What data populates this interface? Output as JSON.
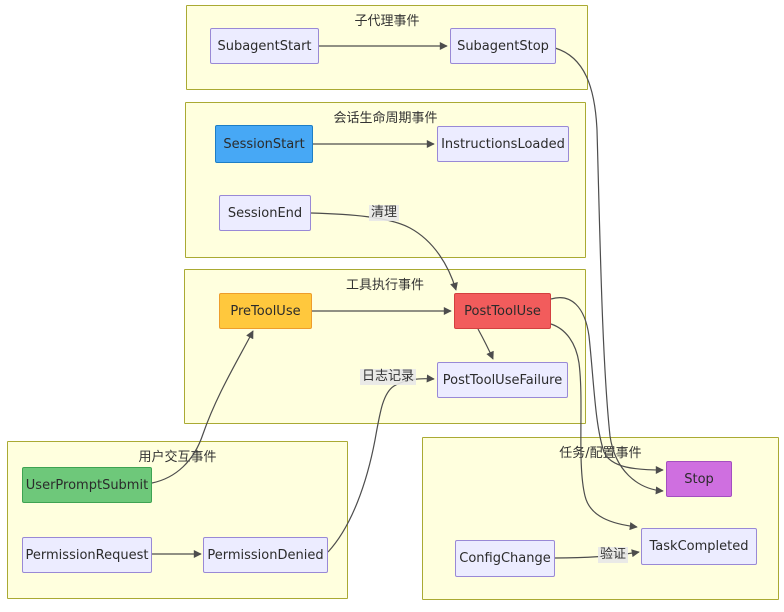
{
  "diagram": {
    "clusters": [
      {
        "title": "子代理事件"
      },
      {
        "title": "会话生命周期事件"
      },
      {
        "title": "工具执行事件"
      },
      {
        "title": "用户交互事件"
      },
      {
        "title": "任务/配置事件"
      }
    ],
    "nodes": [
      {
        "label": "SubagentStart",
        "fill": "#ececff"
      },
      {
        "label": "SubagentStop",
        "fill": "#ececff"
      },
      {
        "label": "SessionStart",
        "fill": "#47a8f5"
      },
      {
        "label": "InstructionsLoaded",
        "fill": "#ececff"
      },
      {
        "label": "SessionEnd",
        "fill": "#ececff"
      },
      {
        "label": "PreToolUse",
        "fill": "#ffc83d"
      },
      {
        "label": "PostToolUse",
        "fill": "#f25c5c"
      },
      {
        "label": "PostToolUseFailure",
        "fill": "#ececff"
      },
      {
        "label": "UserPromptSubmit",
        "fill": "#6ec87a"
      },
      {
        "label": "PermissionRequest",
        "fill": "#ececff"
      },
      {
        "label": "PermissionDenied",
        "fill": "#ececff"
      },
      {
        "label": "Stop",
        "fill": "#cf6fe0"
      },
      {
        "label": "TaskCompleted",
        "fill": "#ececff"
      },
      {
        "label": "ConfigChange",
        "fill": "#ececff"
      }
    ],
    "edges": [
      {
        "from": "SubagentStart",
        "to": "SubagentStop",
        "label": ""
      },
      {
        "from": "SessionStart",
        "to": "InstructionsLoaded",
        "label": ""
      },
      {
        "from": "SessionEnd",
        "to": "PostToolUse",
        "label": "清理"
      },
      {
        "from": "PreToolUse",
        "to": "PostToolUse",
        "label": ""
      },
      {
        "from": "PostToolUse",
        "to": "PostToolUseFailure",
        "label": ""
      },
      {
        "from": "UserPromptSubmit",
        "to": "PreToolUse",
        "label": ""
      },
      {
        "from": "PermissionRequest",
        "to": "PermissionDenied",
        "label": ""
      },
      {
        "from": "PermissionDenied",
        "to": "PostToolUseFailure",
        "label": "日志记录"
      },
      {
        "from": "SubagentStop",
        "to": "Stop",
        "label": ""
      },
      {
        "from": "PostToolUse",
        "to": "Stop",
        "label": ""
      },
      {
        "from": "PostToolUse",
        "to": "TaskCompleted",
        "label": ""
      },
      {
        "from": "ConfigChange",
        "to": "TaskCompleted",
        "label": "验证"
      }
    ],
    "colors": {
      "cluster_fill": "#ffffde",
      "cluster_border": "#aaaa33",
      "default_node_fill": "#ececff",
      "default_node_border": "#9989d6",
      "edge": "#4d4d4d",
      "edge_label_bg": "#e8e8e8",
      "text": "#333333"
    }
  }
}
